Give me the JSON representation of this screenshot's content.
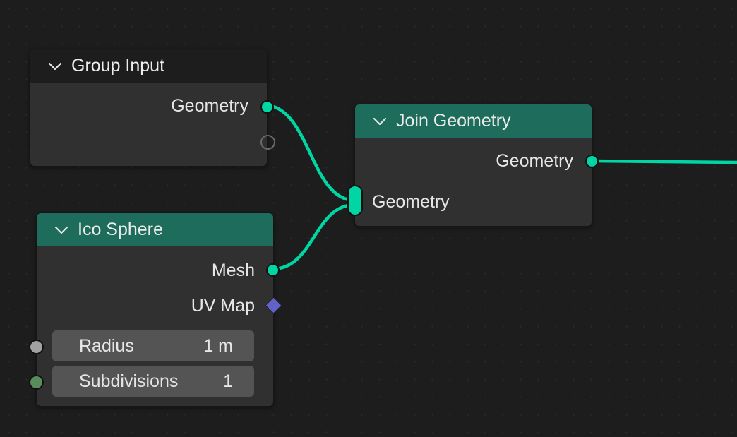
{
  "nodes": {
    "group_input": {
      "title": "Group Input",
      "outputs": [
        "Geometry"
      ]
    },
    "ico_sphere": {
      "title": "Ico Sphere",
      "outputs": [
        "Mesh",
        "UV Map"
      ],
      "fields": [
        {
          "label": "Radius",
          "value": "1 m"
        },
        {
          "label": "Subdivisions",
          "value": "1"
        }
      ]
    },
    "join_geometry": {
      "title": "Join Geometry",
      "output": "Geometry",
      "input": "Geometry"
    }
  },
  "colors": {
    "geometry_socket": "#00d6a3",
    "link": "#00d6a3",
    "header_teal": "#1e6c5b",
    "header_dark": "#1d1d1d",
    "node_body": "#303030",
    "uv_socket": "#6363c7",
    "float_socket": "#a1a1a1",
    "int_socket": "#598c5c",
    "field_bg": "#545454"
  },
  "icons": {
    "collapse": "chevron-down-icon"
  }
}
